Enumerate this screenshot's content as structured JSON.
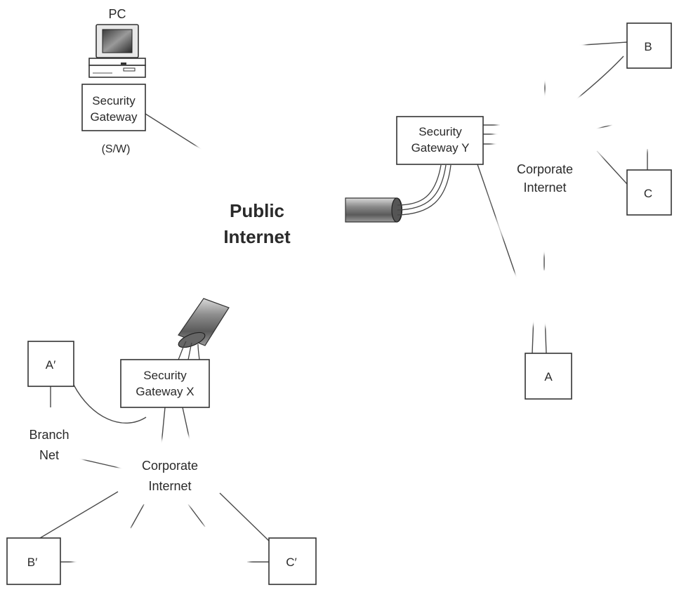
{
  "diagram": {
    "pc_label": "PC",
    "sw_note": "(S/W)",
    "pc_gateway": [
      "Security",
      "Gateway"
    ],
    "gateway_y": [
      "Security",
      "Gateway Y"
    ],
    "gateway_x": [
      "Security",
      "Gateway X"
    ],
    "public_internet": [
      "Public",
      "Internet"
    ],
    "corporate_internet_right": [
      "Corporate",
      "Internet"
    ],
    "corporate_internet_left": [
      "Corporate",
      "Internet"
    ],
    "branch_net": [
      "Branch",
      "Net"
    ],
    "hosts": {
      "a": "A",
      "b": "B",
      "c": "C",
      "a_prime": "A′",
      "b_prime": "B′",
      "c_prime": "C′"
    }
  }
}
